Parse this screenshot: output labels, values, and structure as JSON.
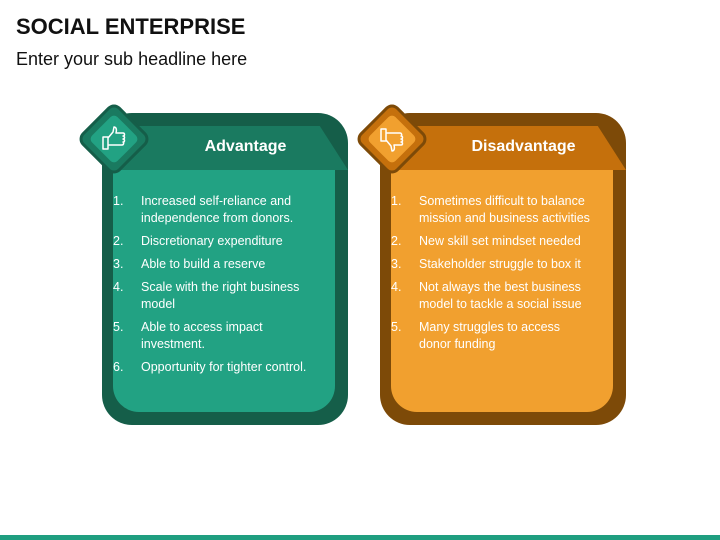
{
  "header": {
    "title": "SOCIAL ENTERPRISE",
    "subtitle": "Enter your sub headline here"
  },
  "advantage": {
    "title": "Advantage",
    "icon": "thumbs-up-icon",
    "colors": {
      "outer": "#155e49",
      "header": "#1a7a60",
      "inner": "#22a283"
    },
    "items": [
      {
        "num": "1.",
        "text": "Increased self-reliance and independence from donors."
      },
      {
        "num": "2.",
        "text": "Discretionary expenditure"
      },
      {
        "num": "3.",
        "text": "Able to build a reserve"
      },
      {
        "num": "4.",
        "text": "Scale with the right  business model"
      },
      {
        "num": "5.",
        "text": "Able to access impact investment."
      },
      {
        "num": "6.",
        "text": "Opportunity for tighter control."
      }
    ]
  },
  "disadvantage": {
    "title": "Disadvantage",
    "icon": "thumbs-down-icon",
    "colors": {
      "outer": "#7d4a08",
      "header": "#c5700c",
      "inner": "#f1a02f"
    },
    "items": [
      {
        "num": "1.",
        "text": "Sometimes difficult to balance mission and business activities"
      },
      {
        "num": "2.",
        "text": "New skill set mindset needed"
      },
      {
        "num": "3.",
        "text": "Stakeholder struggle to box it"
      },
      {
        "num": "4.",
        "text": "Not always the best business model to tackle a social issue"
      },
      {
        "num": "5.",
        "text": "Many struggles to access donor funding"
      }
    ]
  }
}
